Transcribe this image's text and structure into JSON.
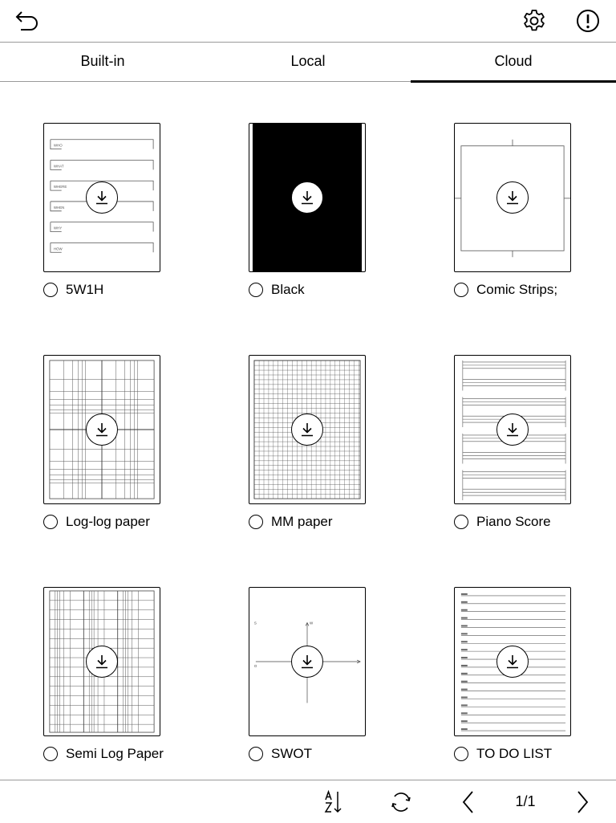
{
  "header": {
    "back_icon": "back-arrow-icon",
    "settings_icon": "gear-icon",
    "info_icon": "info-icon"
  },
  "tabs": [
    {
      "label": "Built-in",
      "active": false
    },
    {
      "label": "Local",
      "active": false
    },
    {
      "label": "Cloud",
      "active": true
    }
  ],
  "templates": [
    {
      "name": "5W1H",
      "pattern": "5w1h",
      "rows": [
        "WHO",
        "WHAT",
        "WHERE",
        "WHEN",
        "WHY",
        "HOW"
      ]
    },
    {
      "name": "Black",
      "pattern": "black"
    },
    {
      "name": "Comic Strips;",
      "pattern": "comic"
    },
    {
      "name": "Log-log paper",
      "pattern": "loglog"
    },
    {
      "name": "MM paper",
      "pattern": "mm"
    },
    {
      "name": "Piano Score",
      "pattern": "piano"
    },
    {
      "name": "Semi Log Paper",
      "pattern": "semilog"
    },
    {
      "name": "SWOT",
      "pattern": "swot",
      "marks": [
        "S",
        "W",
        "O"
      ]
    },
    {
      "name": "TO DO LIST",
      "pattern": "todo"
    }
  ],
  "footer": {
    "sort_icon": "sort-az-icon",
    "refresh_icon": "refresh-icon",
    "prev_icon": "chevron-left-icon",
    "next_icon": "chevron-right-icon",
    "page_indicator": "1/1"
  }
}
